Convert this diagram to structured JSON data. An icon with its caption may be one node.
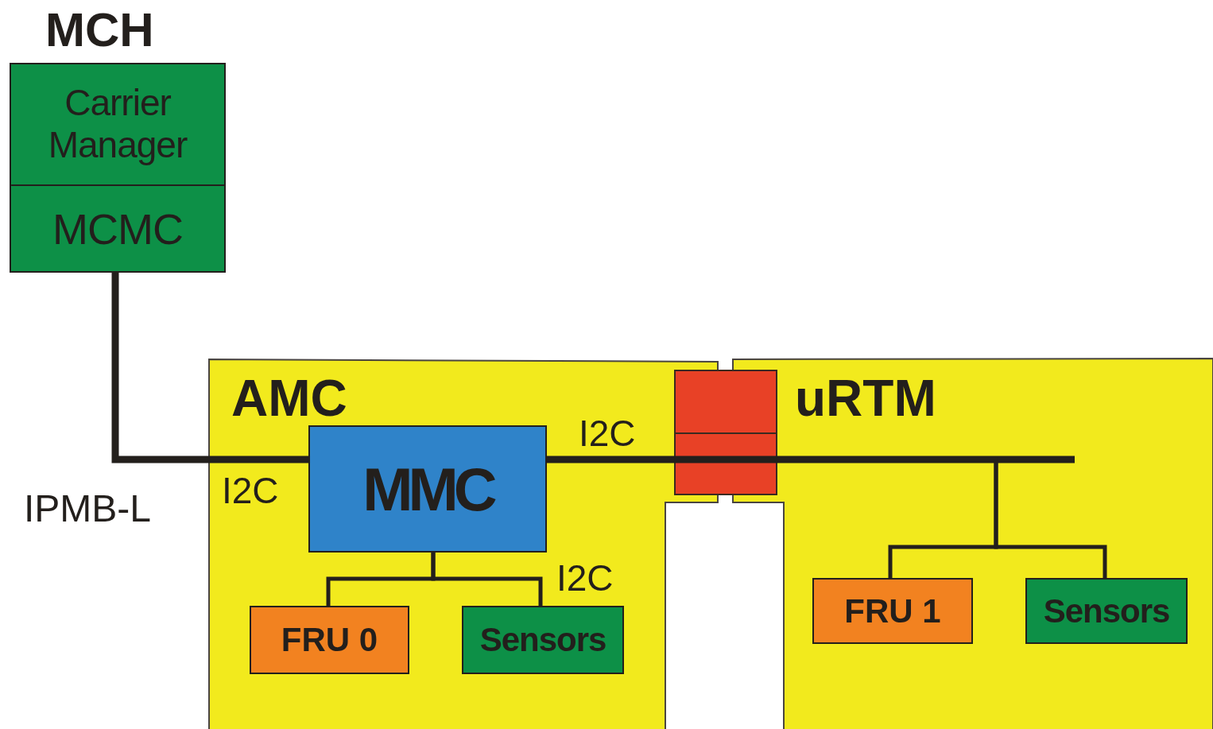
{
  "diagram": {
    "nodes": [
      {
        "text": [
          "MCH"
        ]
      },
      {
        "text": [
          "Carrier Manager"
        ],
        "in": 0
      },
      {
        "text": [
          "MCMC"
        ],
        "in": 0
      },
      {
        "text": [
          "AMC"
        ]
      },
      {
        "text": [
          "MMC"
        ],
        "in": 3
      },
      {
        "text": [
          "FRU 0"
        ],
        "in": 3
      },
      {
        "text": [
          "Sensors"
        ],
        "in": 3
      },
      {
        "text": [
          "uRTM"
        ]
      },
      {
        "text": [],
        "shape": "box"
      },
      {
        "text": [
          "FRU 1"
        ],
        "in": 7
      },
      {
        "text": [
          "Sensors"
        ],
        "in": 7
      }
    ],
    "edges": [
      {
        "from": 2,
        "to": 4,
        "arrow": "none",
        "style": "thick"
      },
      {
        "from": 4,
        "to": 5,
        "arrow": "none"
      },
      {
        "from": 4,
        "to": 6,
        "arrow": "none"
      },
      {
        "from": 4,
        "to": 8,
        "arrow": "none",
        "style": "thick"
      },
      {
        "from": 8,
        "to": 9,
        "arrow": "none"
      },
      {
        "from": 8,
        "to": 10,
        "arrow": "none"
      }
    ],
    "labels": [
      "IPMB-L",
      "I2C",
      "I2C",
      "I2C"
    ]
  }
}
